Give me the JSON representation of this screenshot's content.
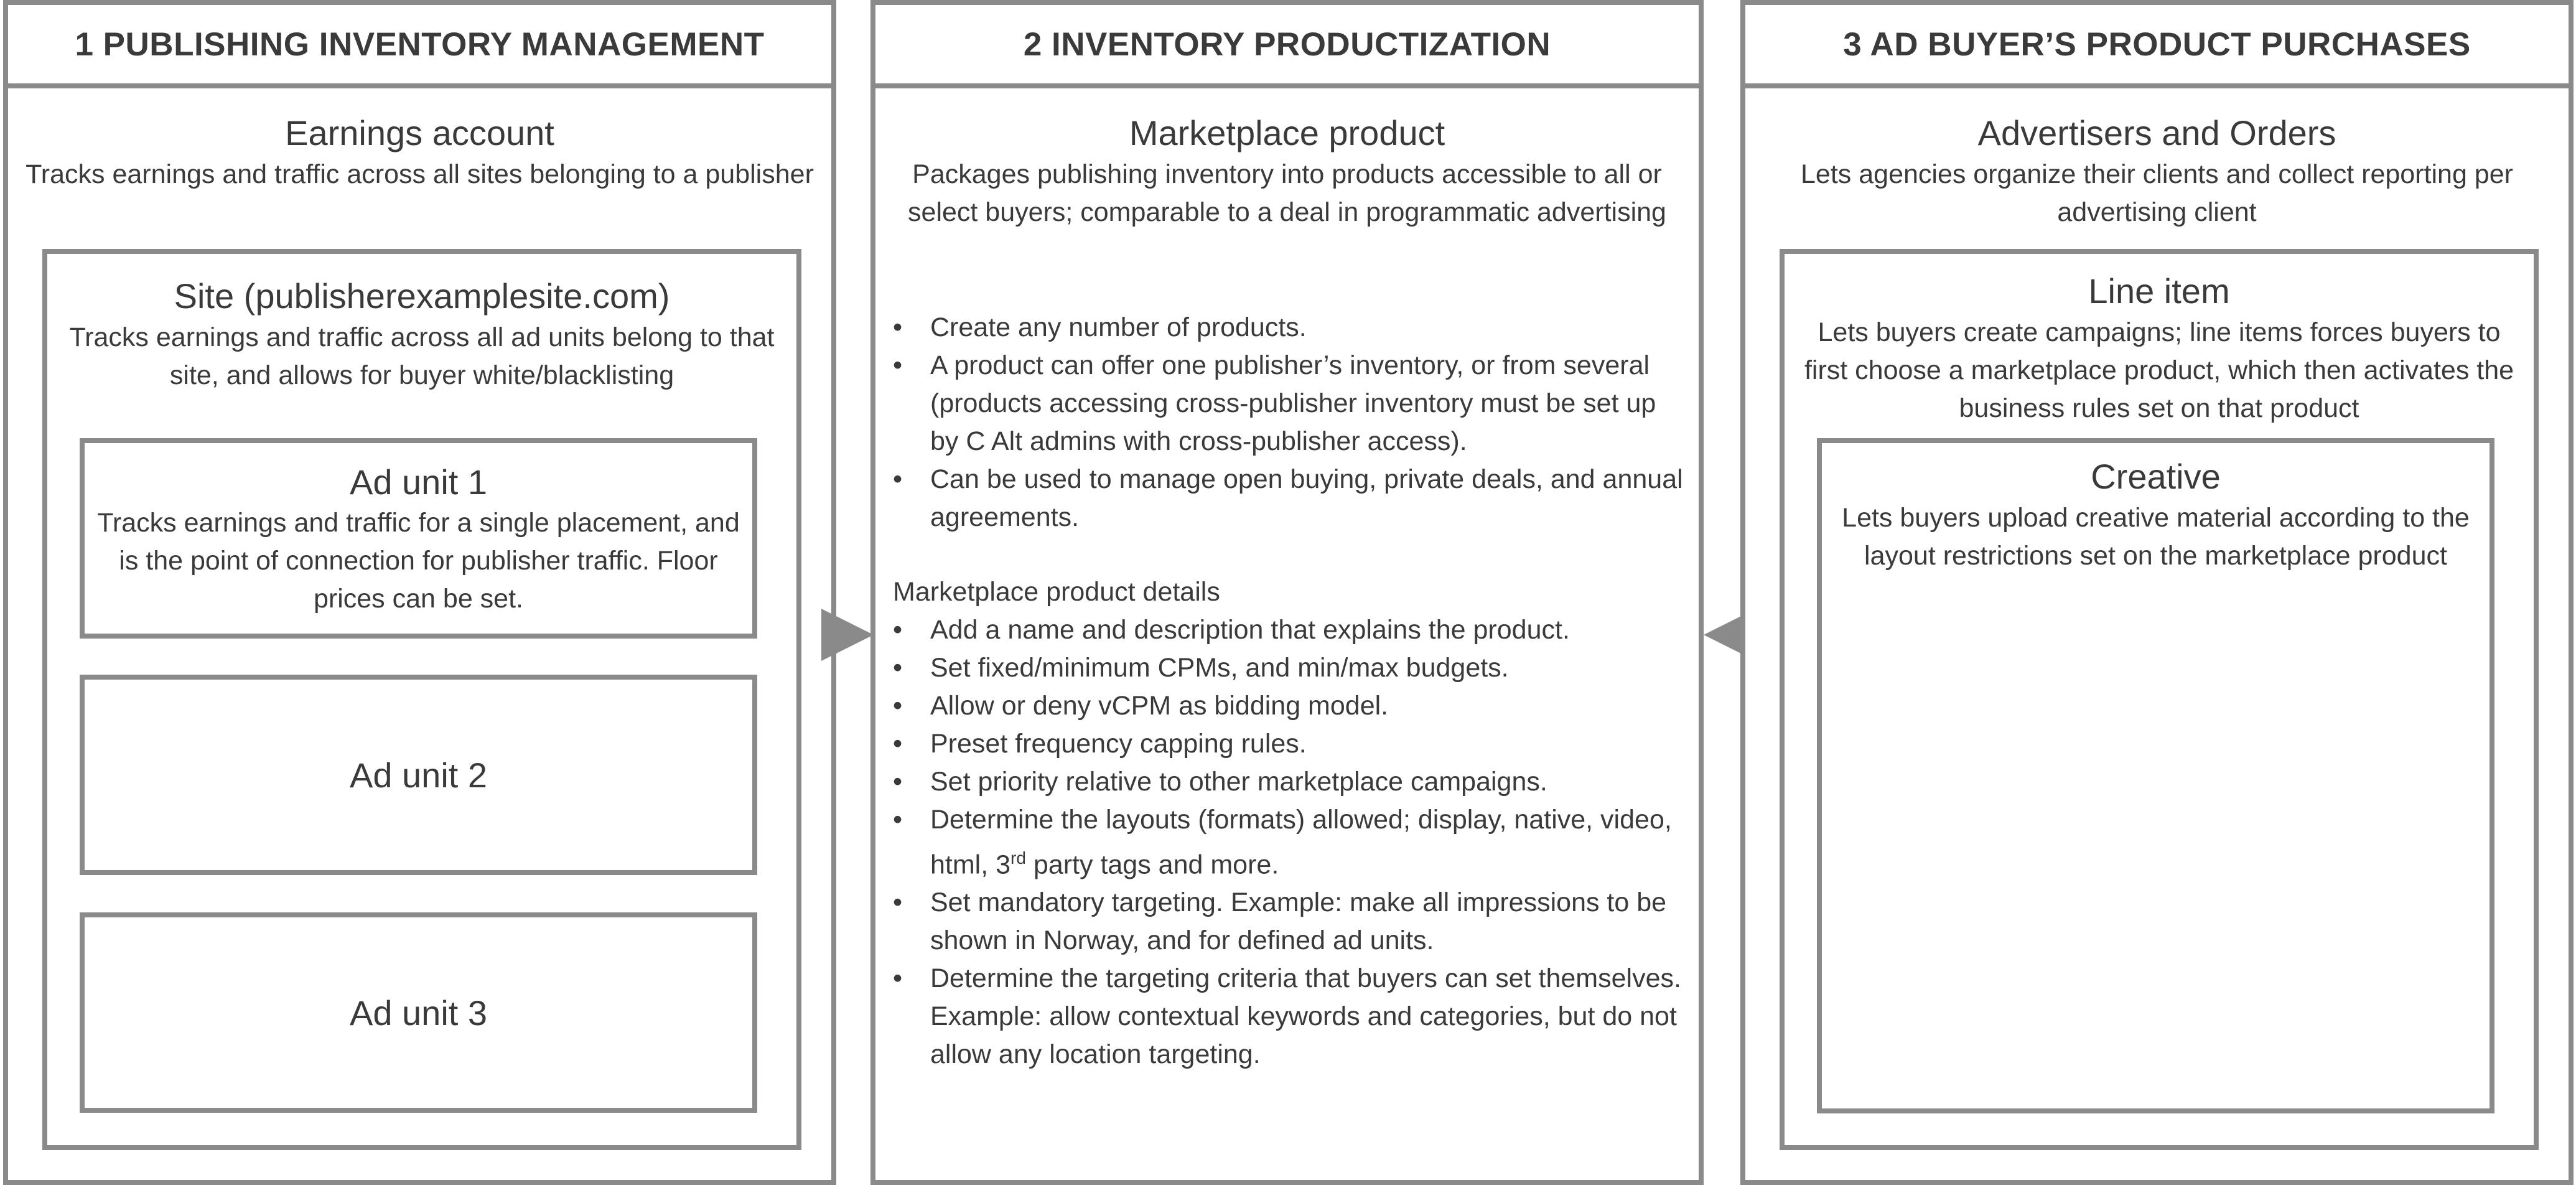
{
  "columns": [
    {
      "header": "1 PUBLISHING INVENTORY MANAGEMENT",
      "title": "Earnings account",
      "description": "Tracks earnings and traffic across all sites belonging to a publisher",
      "site": {
        "title": "Site (publisherexamplesite.com)",
        "description": "Tracks earnings and traffic across all ad units belong to that site, and allows for buyer white/blacklisting"
      },
      "ad_units": [
        {
          "title": "Ad unit 1",
          "description": "Tracks earnings and traffic for a single placement, and is the point of connection for publisher traffic. Floor prices can be set."
        },
        {
          "title": "Ad unit 2"
        },
        {
          "title": "Ad unit 3"
        }
      ]
    },
    {
      "header": "2 INVENTORY PRODUCTIZATION",
      "title": "Marketplace product",
      "description": "Packages publishing inventory into products accessible to all or select buyers; comparable to a deal in programmatic advertising",
      "bullets": [
        "Create any number of products.",
        "A product can offer one publisher’s inventory, or from several (products accessing cross-publisher inventory must be set up by C Alt admins with cross-publisher access).",
        "Can be used to manage open buying, private deals, and annual agreements."
      ],
      "details_label": "Marketplace product details",
      "details": [
        "Add a name and description that explains the product.",
        "Set fixed/minimum CPMs, and min/max budgets.",
        "Allow or deny vCPM as bidding model.",
        "Preset frequency capping rules.",
        "Set priority relative to other marketplace campaigns.",
        "Set mandatory targeting. Example: make all impressions to be shown in Norway, and for defined ad units.",
        "Determine the targeting criteria that buyers can set themselves. Example: allow contextual keywords and categories, but do not allow any location targeting."
      ],
      "layouts_bullet": {
        "before": "Determine the layouts (formats) allowed; display, native, video, html, 3",
        "sup": "rd",
        "after": " party tags and more."
      }
    },
    {
      "header": "3 AD BUYER’S PRODUCT PURCHASES",
      "title": "Advertisers and Orders",
      "description": "Lets agencies organize their clients and collect reporting per advertising client",
      "line_item": {
        "title": "Line item",
        "description": "Lets buyers create campaigns; line items forces buyers to first choose a marketplace product, which then activates the business rules set on that product"
      },
      "creative": {
        "title": "Creative",
        "description": "Lets buyers upload creative material according to the layout restrictions set on the marketplace product"
      }
    }
  ],
  "colors": {
    "border": "#8a8a8a",
    "text": "#3a3a3a",
    "background": "#ffffff"
  },
  "arrows": [
    {
      "direction": "right",
      "icon": "arrow-right-icon"
    },
    {
      "direction": "left",
      "icon": "arrow-left-icon"
    }
  ]
}
